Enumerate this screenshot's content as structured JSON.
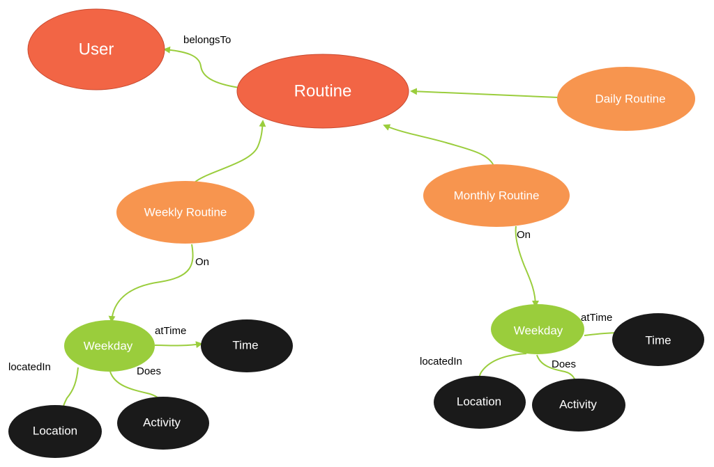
{
  "colors": {
    "primary_node": "#F26545",
    "secondary_node": "#F7954F",
    "weekday_node": "#9ACD3C",
    "leaf_node": "#1A1A1A",
    "edge": "#9ACD3C",
    "node_text_light": "#FFFFFF"
  },
  "nodes": {
    "user": "User",
    "routine": "Routine",
    "daily_routine": "Daily Routine",
    "weekly_routine": "Weekly Routine",
    "monthly_routine": "Monthly Routine",
    "weekday_left": "Weekday",
    "weekday_right": "Weekday",
    "time_left": "Time",
    "time_right": "Time",
    "location_left": "Location",
    "location_right": "Location",
    "activity_left": "Activity",
    "activity_right": "Activity"
  },
  "edges": {
    "belongs_to": "belongsTo",
    "on_left": "On",
    "on_right": "On",
    "at_time_left": "atTime",
    "at_time_right": "atTime",
    "located_in_left": "locatedIn",
    "located_in_right": "locatedIn",
    "does_left": "Does",
    "does_right": "Does"
  }
}
